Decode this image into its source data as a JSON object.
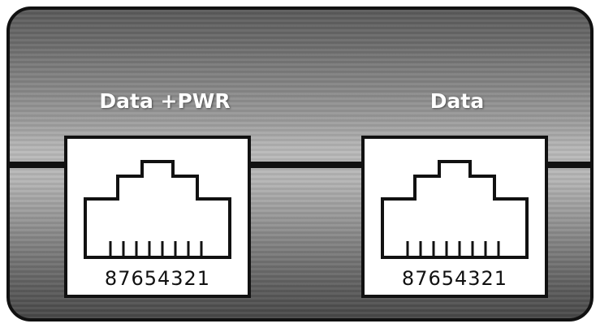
{
  "ports": [
    {
      "label": "Data +PWR",
      "pins": "87654321"
    },
    {
      "label": "Data",
      "pins": "87654321"
    }
  ],
  "icons": {
    "jack": "rj45-jack-icon"
  },
  "colors": {
    "outline": "#111111",
    "port_face": "#ffffff",
    "label_text": "#ffffff"
  }
}
